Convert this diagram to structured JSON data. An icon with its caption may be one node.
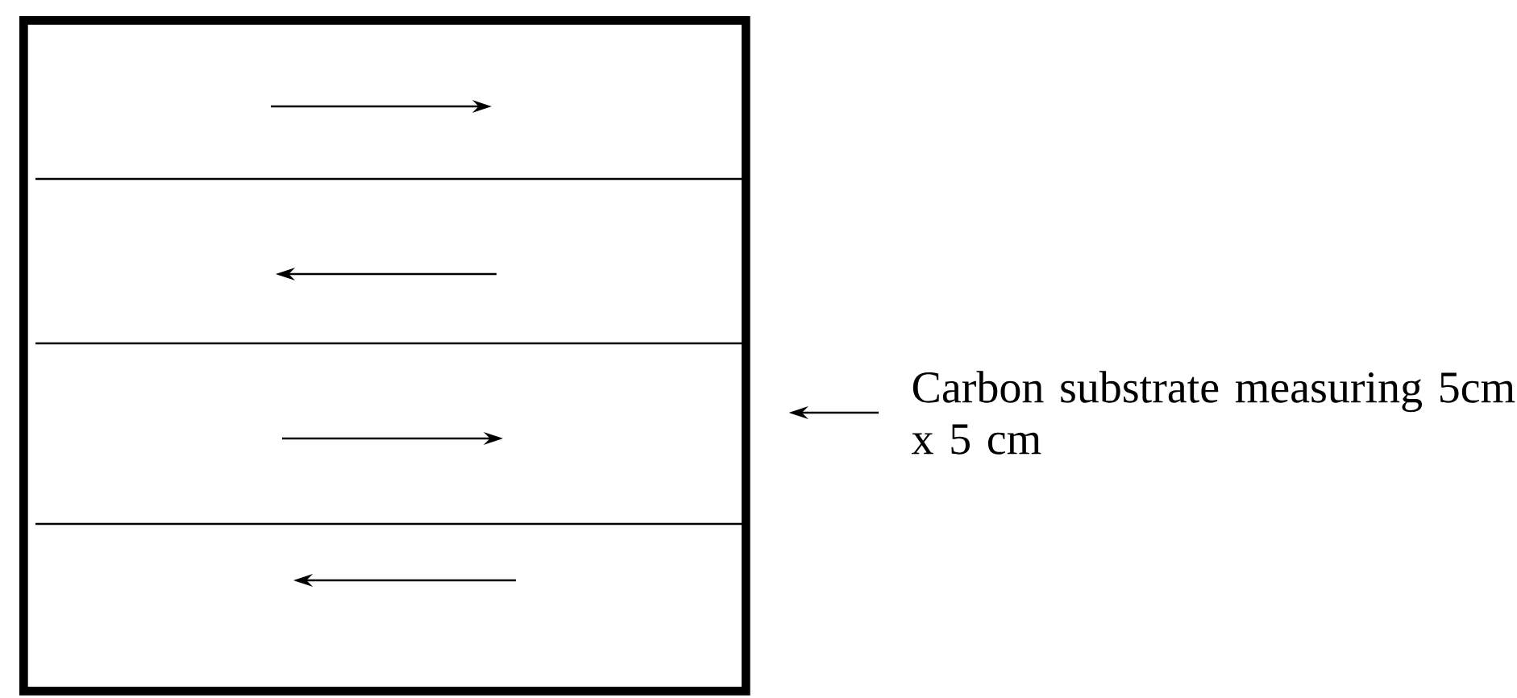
{
  "diagram": {
    "nodes": [
      {
        "text": [],
        "shape": "box"
      },
      {
        "text": [
          "Carbon substrate measuring 5cm x 5 cm"
        ]
      }
    ],
    "edges": [
      {
        "from": 1,
        "to": 0,
        "arrow": "to"
      }
    ]
  }
}
